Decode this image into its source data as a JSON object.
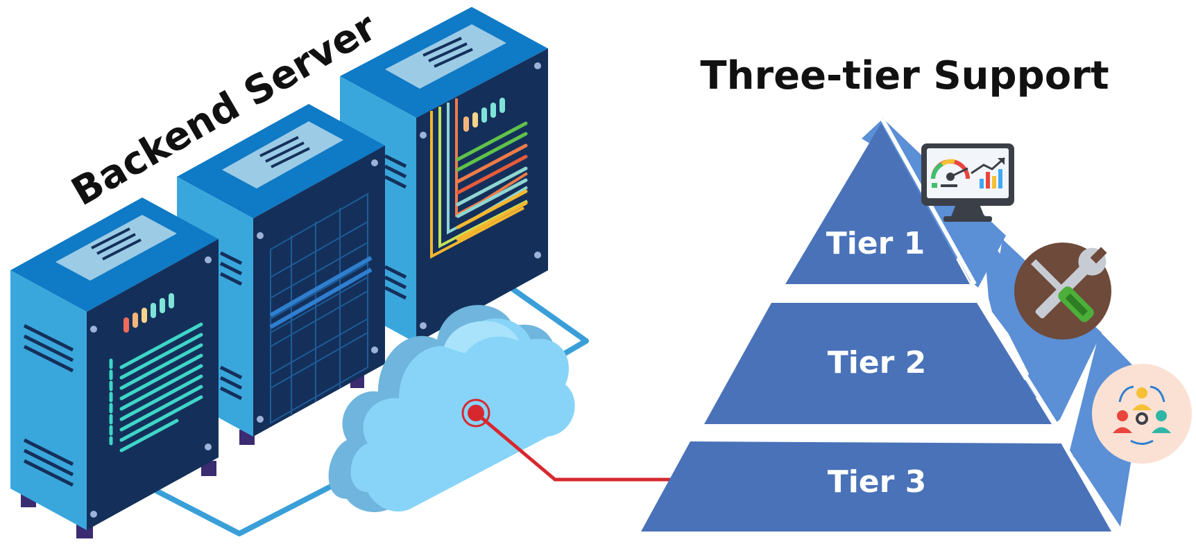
{
  "title": "Three-tier Support",
  "backend_label": "Backend Server",
  "tiers": [
    {
      "label": "Tier 1",
      "icon": "monitor-dashboard-icon"
    },
    {
      "label": "Tier 2",
      "icon": "wrench-screwdriver-icon"
    },
    {
      "label": "Tier 3",
      "icon": "team-collaboration-icon"
    }
  ],
  "colors": {
    "pyramid_front": "#4a72b8",
    "pyramid_side": "#5b8fd6",
    "server_light": "#3aa7dc",
    "server_dark": "#14305a",
    "cloud": "#87d4f8",
    "connector_red": "#d7282f",
    "cable_blue": "#3a9fd8"
  }
}
